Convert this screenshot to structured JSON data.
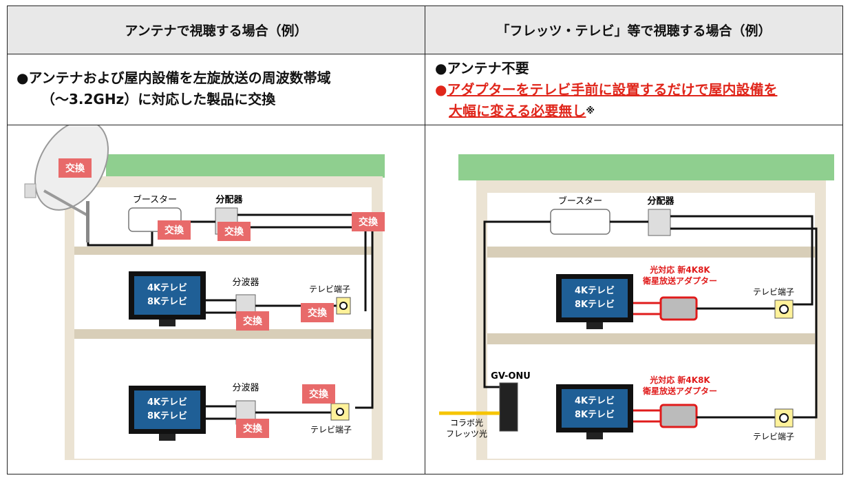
{
  "headers": {
    "left": "アンテナで視聴する場合（例）",
    "right": "「フレッツ・テレビ」等で視聴する場合（例）"
  },
  "left_desc": {
    "bullet": "●",
    "line1": "アンテナおよび屋内設備を左旋放送の周波数帯域",
    "line2": "（～3.2GHz）に対応した製品に交換"
  },
  "right_desc": {
    "bullet1": "●",
    "item1": "アンテナ不要",
    "bullet2": "●",
    "item2_line1": "アダプターをテレビ手前に設置するだけで屋内設備を",
    "item2_line2": "大幅に変える必要無し",
    "note_mark": "※"
  },
  "left_diagram": {
    "booster": "ブースター",
    "distributor": "分配器",
    "splitter": "分波器",
    "tv_line1": "4Kテレビ",
    "tv_line2": "8Kテレビ",
    "tv_outlet": "テレビ端子",
    "replace": "交換"
  },
  "right_diagram": {
    "booster": "ブースター",
    "distributor": "分配器",
    "adapter_line1": "光対応 新4K8K",
    "adapter_line2": "衛星放送アダプター",
    "tv_line1": "4Kテレビ",
    "tv_line2": "8Kテレビ",
    "tv_outlet": "テレビ端子",
    "onu": "GV-ONU",
    "fiber_line1": "コラボ光",
    "fiber_line2": "フレッツ光"
  },
  "colors": {
    "header_bg": "#e8e8e8",
    "red_text": "#e0261b",
    "roof_green": "#8fcf8f",
    "wall": "#ebe3d3",
    "floor": "#d8ceb8",
    "tv_screen": "#1f5f96",
    "replace_badge": "#e86a6a",
    "outlet_yellow": "#fff29a",
    "fiber_yellow": "#f6c400",
    "adapter_red": "#e01b1b"
  }
}
